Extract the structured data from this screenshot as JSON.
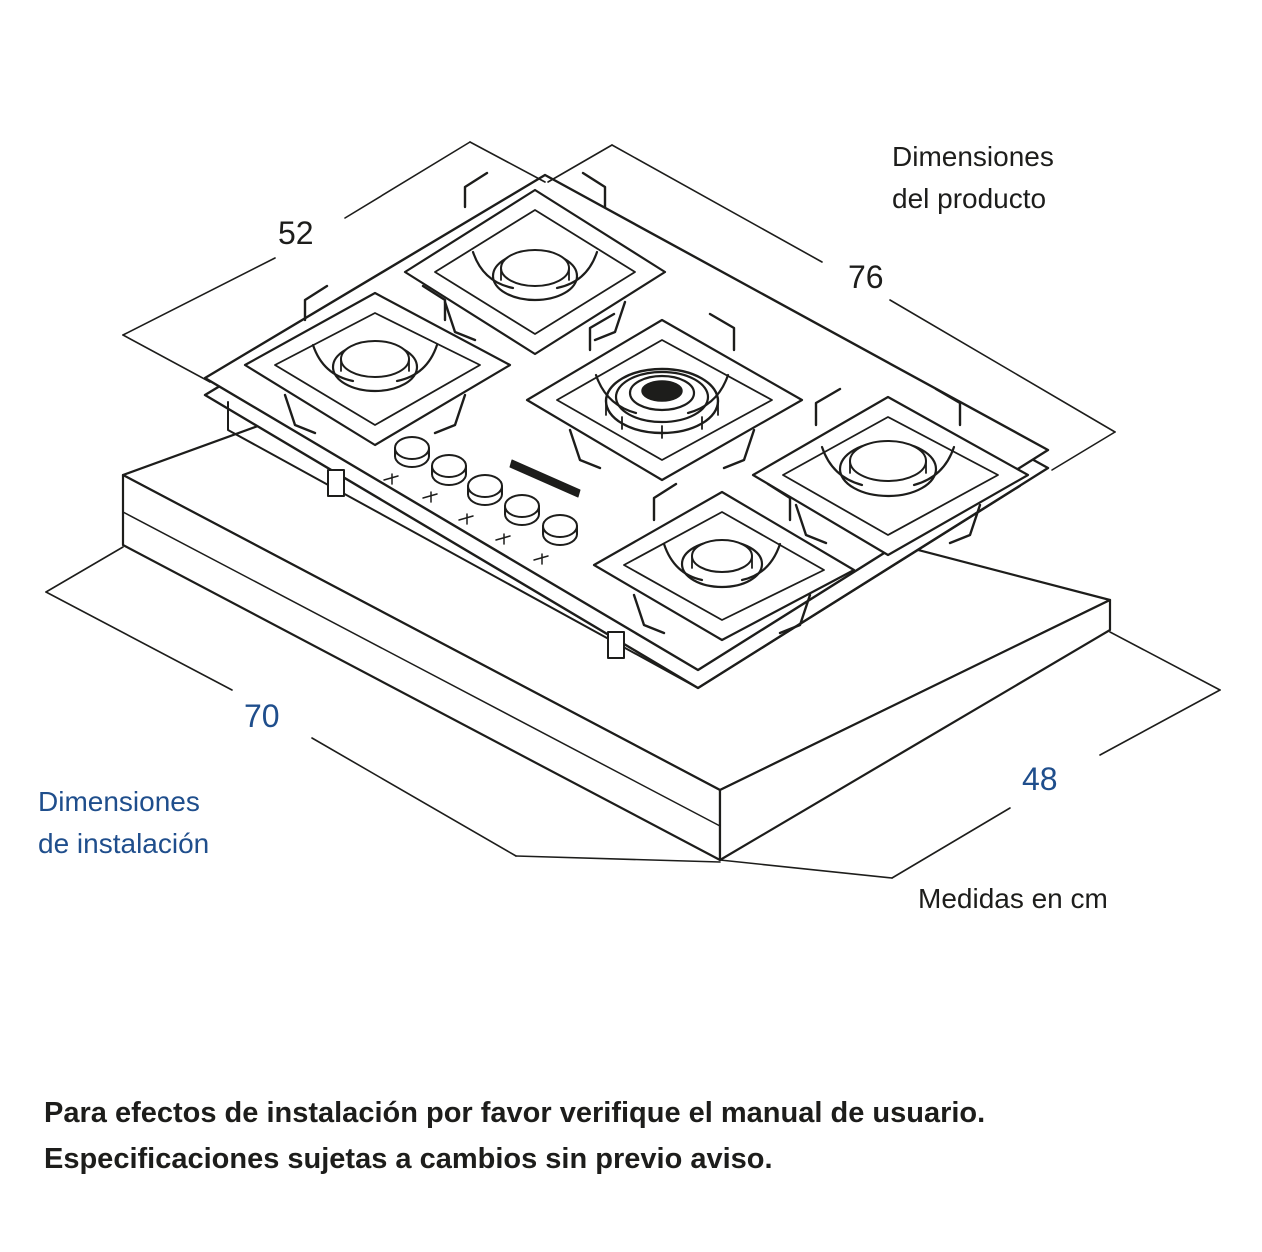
{
  "diagram": {
    "product_caption": [
      "Dimensiones",
      "del producto"
    ],
    "installation_caption": [
      "Dimensiones",
      "de instalación"
    ],
    "units_note": "Medidas en cm",
    "product_depth": "52",
    "product_width": "76",
    "cutout_width": "70",
    "cutout_depth": "48",
    "brand_mark": "",
    "colors": {
      "line": "#1d1d1b",
      "installation_text": "#1f4e8c",
      "background": "#ffffff"
    }
  },
  "footer": {
    "line1": "Para efectos de instalación por favor verifique el manual de usuario.",
    "line2": "Especificaciones sujetas a cambios sin previo aviso."
  }
}
